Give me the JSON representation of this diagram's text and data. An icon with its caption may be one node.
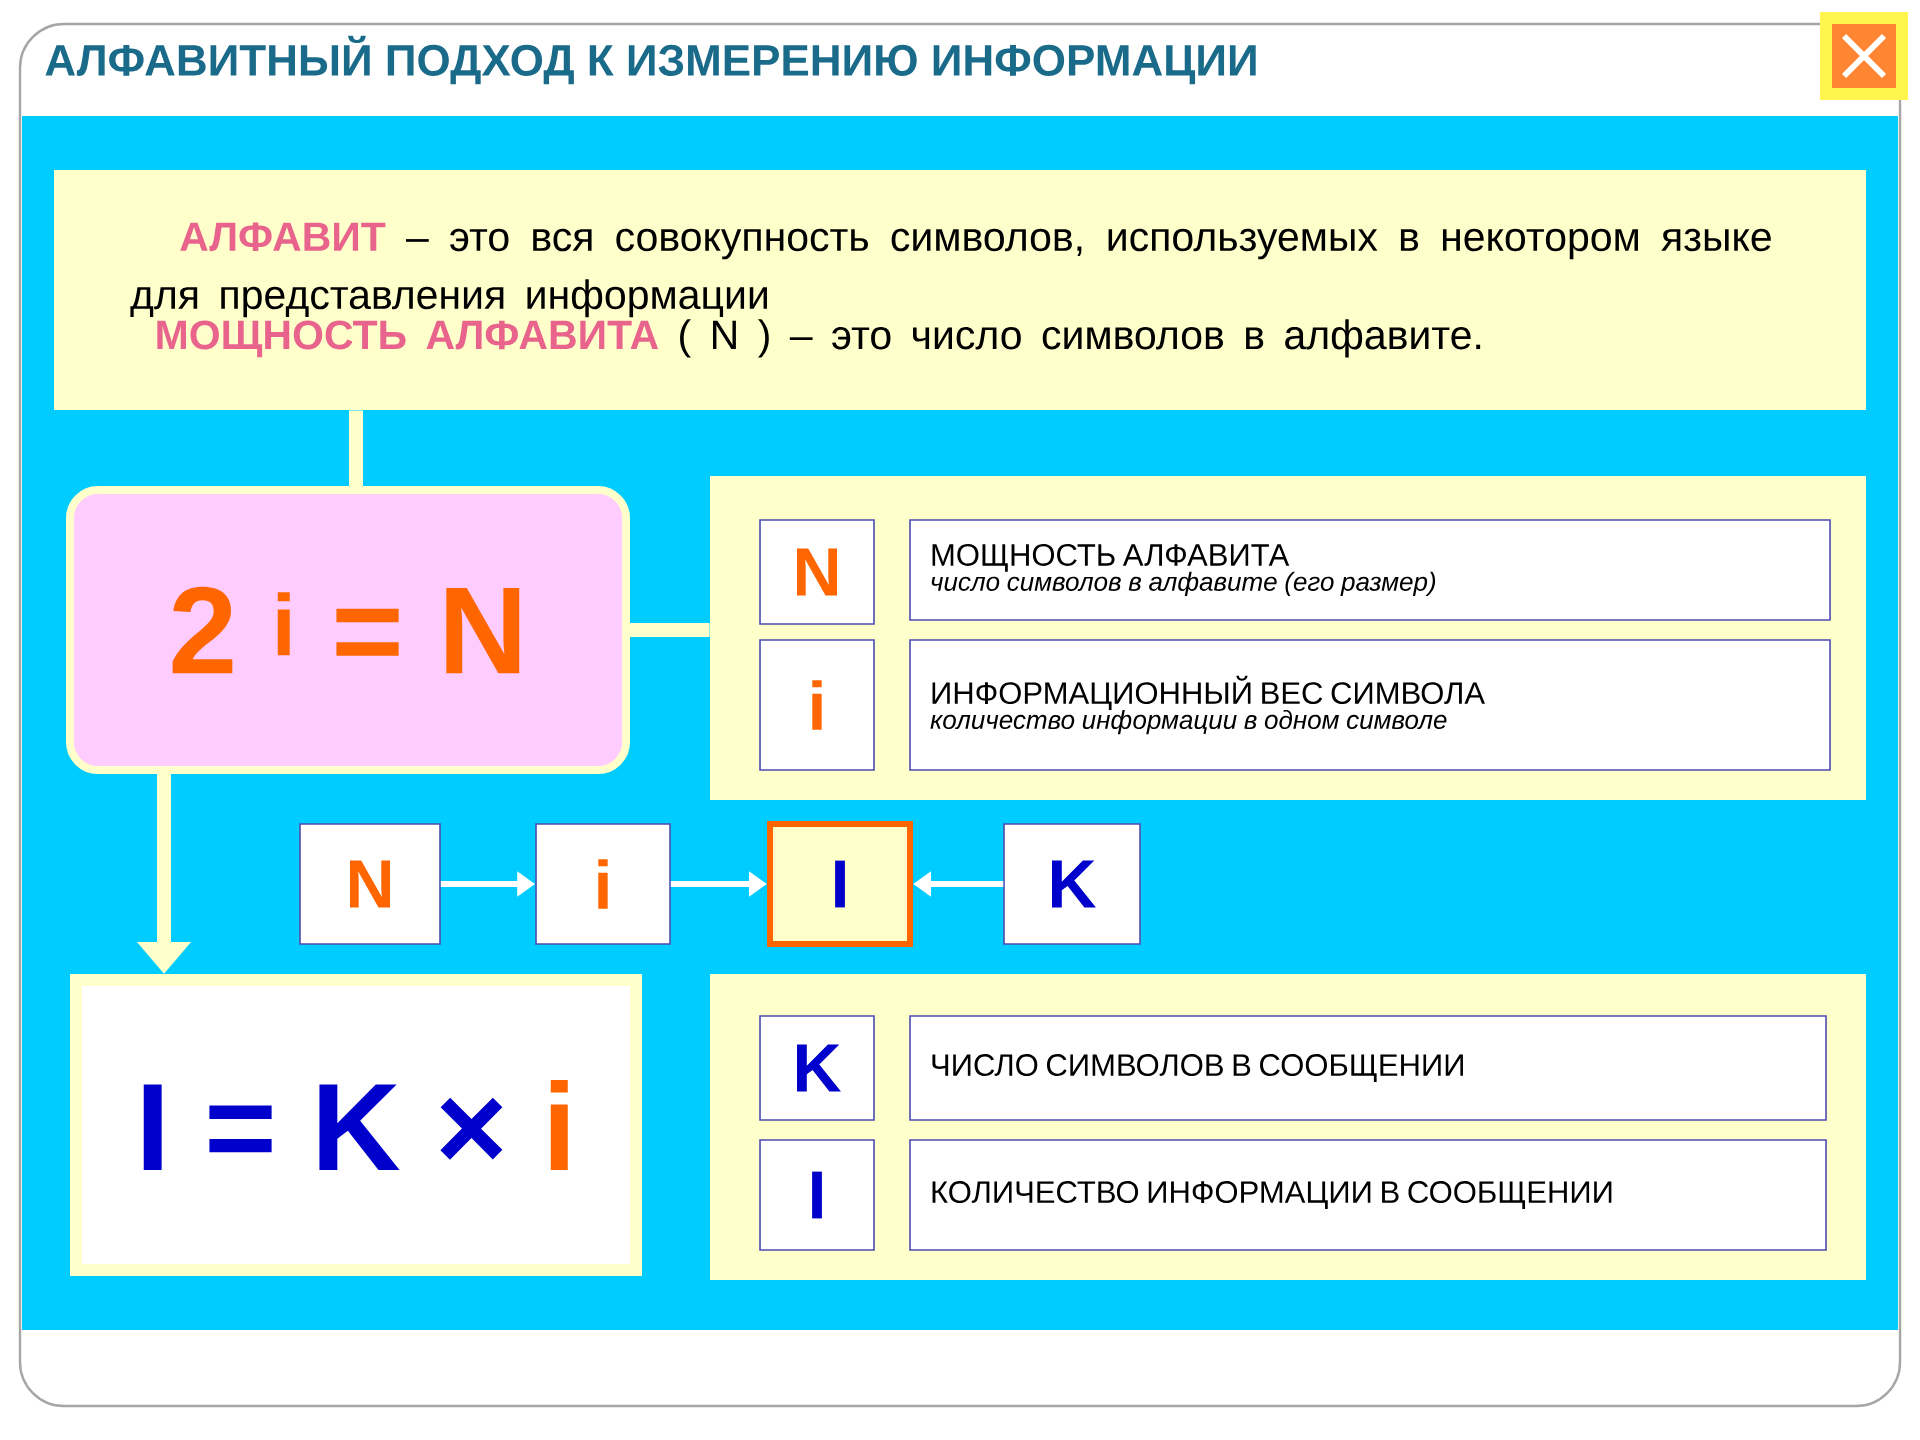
{
  "diagram": {
    "title": "АЛФАВИТНЫЙ ПОДХОД К ИЗМЕРЕНИЮ ИНФОРМАЦИИ",
    "nodes": [
      {
        "text": [
          "АЛФАВИТ",
          "– это вся совокупность символов, используемых в некотором языке для представления информации",
          "МОЩНОСТЬ АЛФАВИТА",
          "( N ) – это число символов в алфавите."
        ]
      },
      {
        "text": [
          "2 $^{i}$ = N"
        ]
      },
      {
        "text": [],
        "shape": "box"
      },
      {
        "text": [
          "N"
        ],
        "in": 2
      },
      {
        "text": [
          "МОЩНОСТЬ АЛФАВИТА",
          "число символов в алфавите (его размер)"
        ],
        "in": 2
      },
      {
        "text": [
          "i"
        ],
        "in": 2
      },
      {
        "text": [
          "ИНФОРМАЦИОННЫЙ ВЕС СИМВОЛА",
          "количество информации в одном символе"
        ],
        "in": 2
      },
      {
        "text": [
          "N"
        ]
      },
      {
        "text": [
          "i"
        ]
      },
      {
        "text": [
          "I"
        ]
      },
      {
        "text": [
          "K"
        ]
      },
      {
        "text": [
          "I = K ×",
          "i"
        ]
      },
      {
        "text": [],
        "shape": "box"
      },
      {
        "text": [
          "K"
        ],
        "in": 12
      },
      {
        "text": [
          "ЧИСЛО СИМВОЛОВ В СООБЩЕНИИ"
        ],
        "in": 12
      },
      {
        "text": [
          "I"
        ],
        "in": 12
      },
      {
        "text": [
          "КОЛИЧЕСТВО ИНФОРМАЦИИ В СООБЩЕНИИ"
        ],
        "in": 12
      }
    ],
    "edges": [
      {
        "from": 0,
        "to": 1,
        "arrow": "none",
        "style": "thick",
        "color": "#ffffcc"
      },
      {
        "from": 1,
        "to": 2,
        "arrow": "none",
        "style": "thick",
        "color": "#ffffcc"
      },
      {
        "from": 1,
        "to": 11,
        "arrow": "to",
        "style": "thick",
        "color": "#ffffcc"
      },
      {
        "from": 7,
        "to": 8,
        "arrow": "to",
        "color": "#ffffff"
      },
      {
        "from": 8,
        "to": 9,
        "arrow": "to",
        "color": "#ffffff"
      },
      {
        "from": 10,
        "to": 9,
        "arrow": "to",
        "color": "#ffffff"
      }
    ]
  }
}
